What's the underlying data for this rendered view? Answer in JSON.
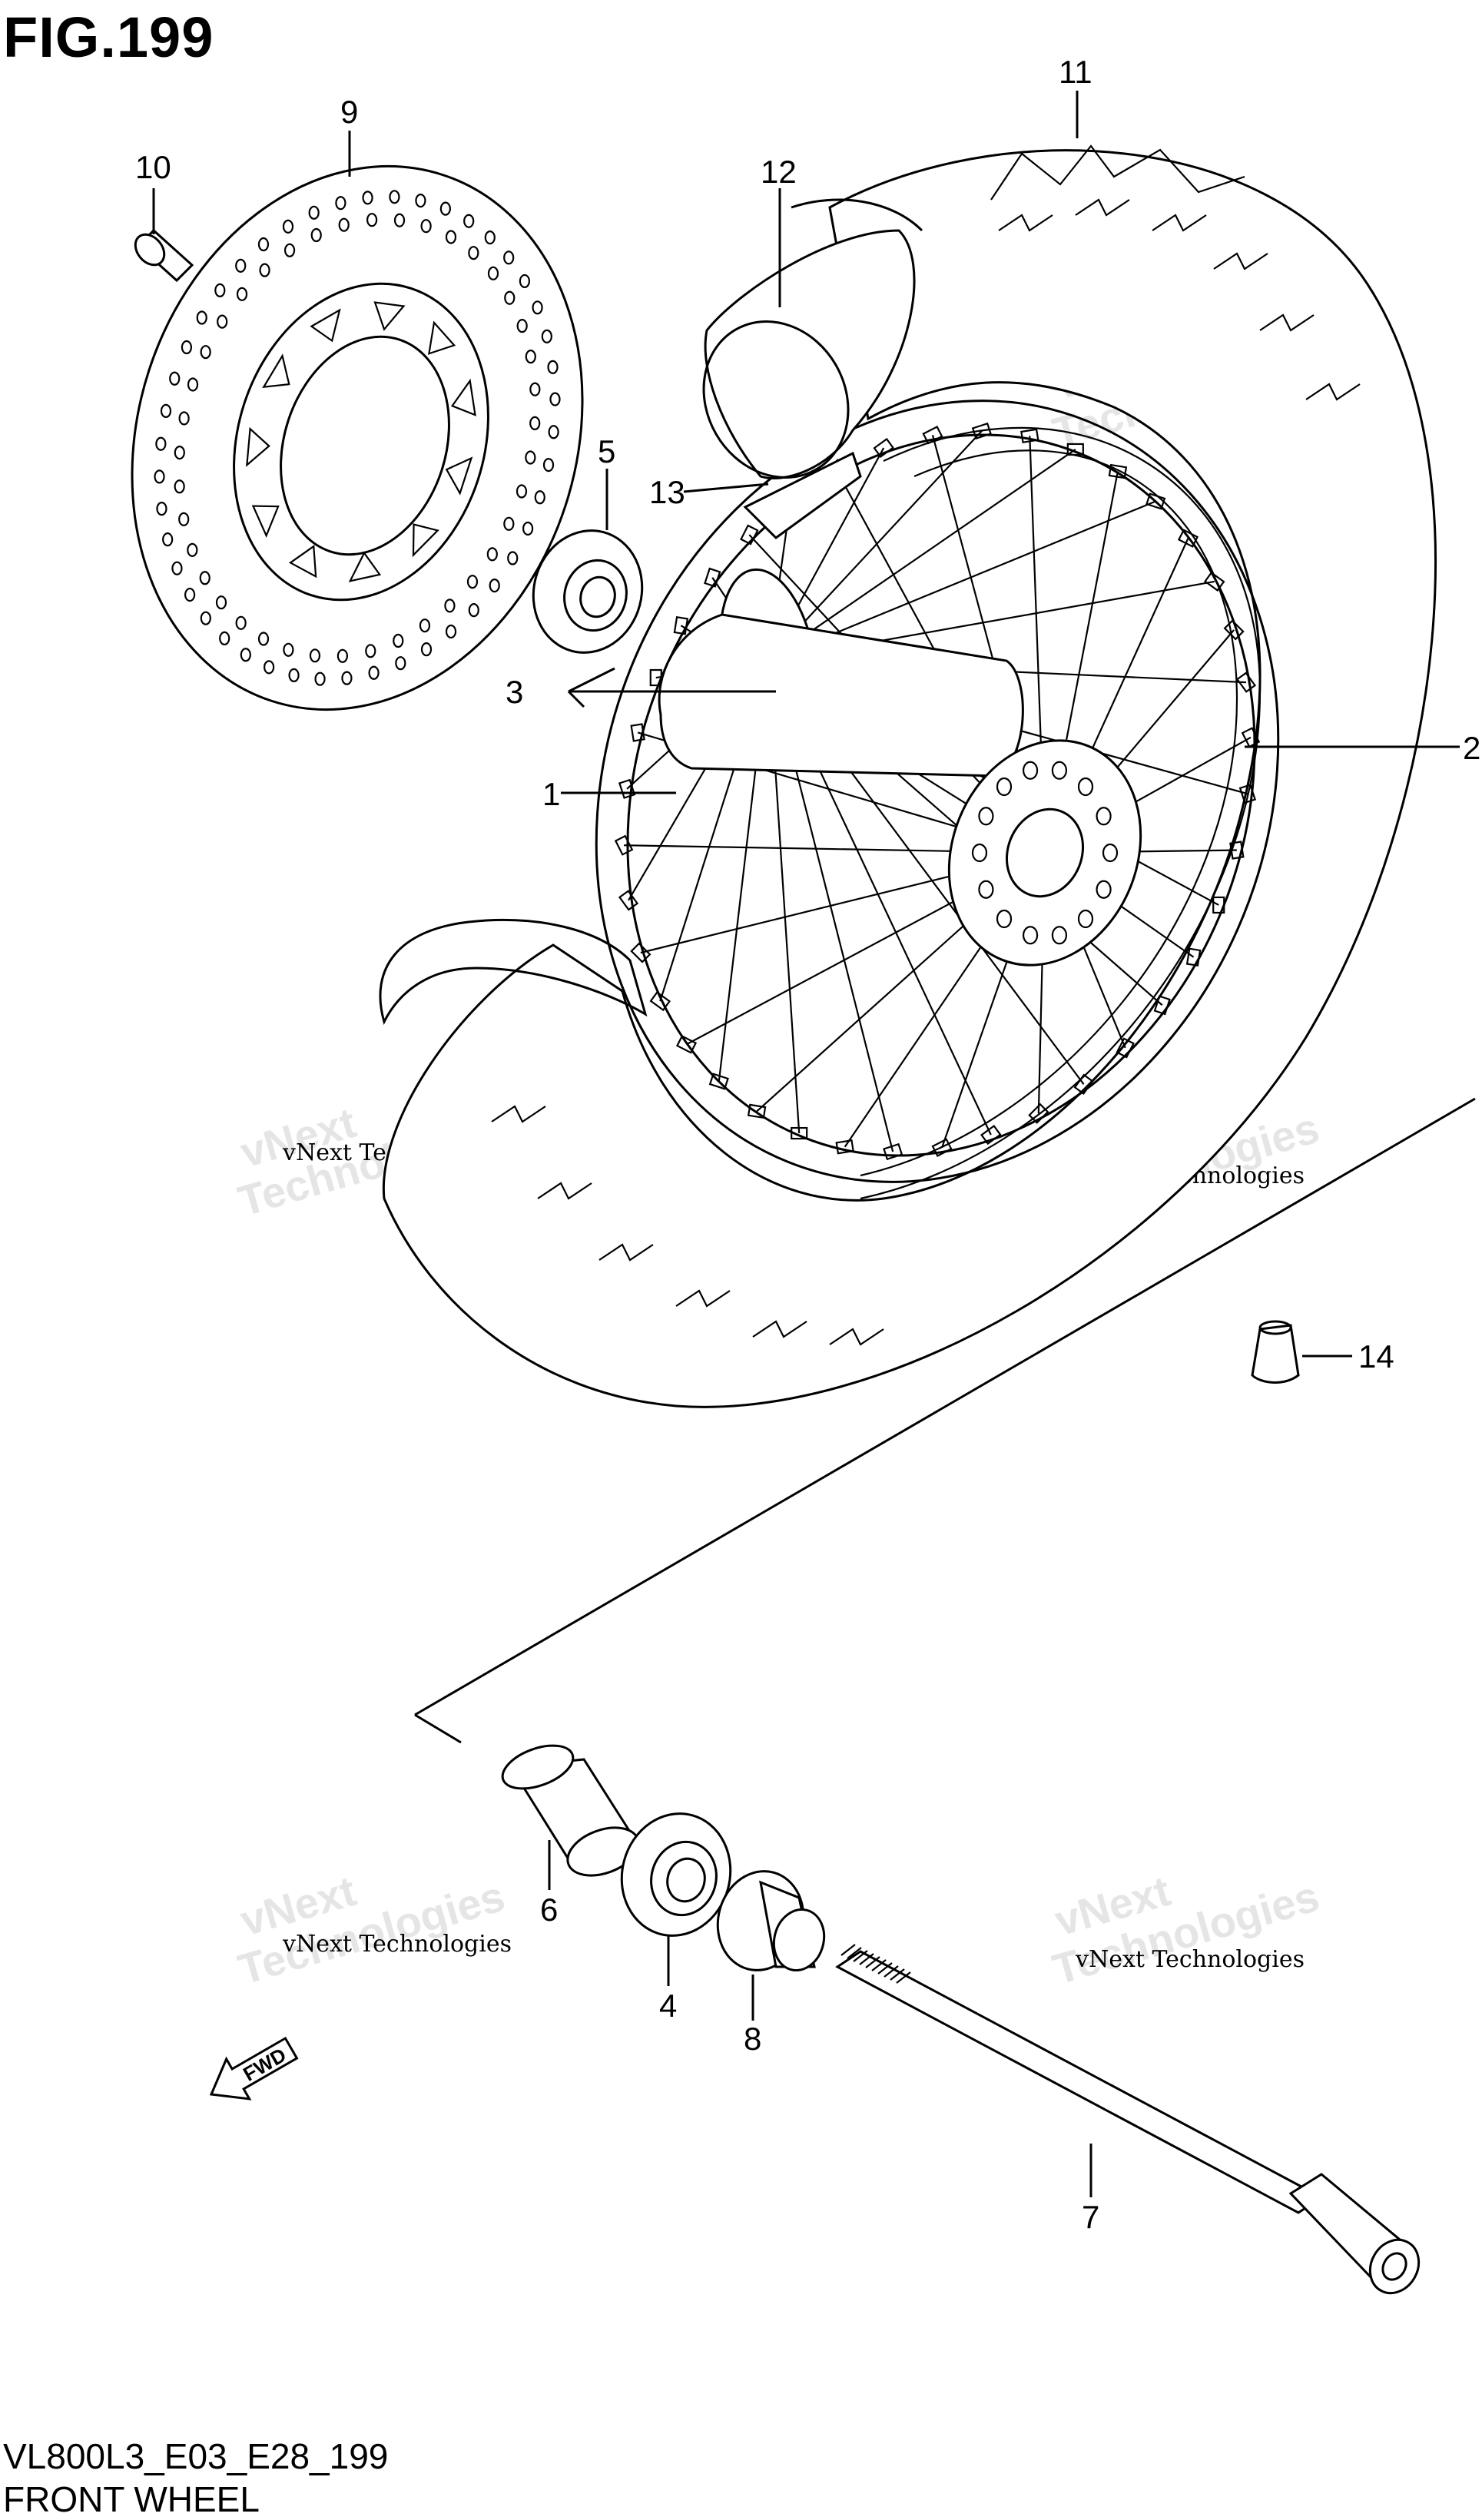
{
  "figure": {
    "title": "FIG.199",
    "model_code": "VL800L3_E03_E28_199",
    "name": "FRONT WHEEL"
  },
  "callouts": {
    "c1": "1",
    "c2": "2",
    "c3": "3",
    "c4": "4",
    "c5": "5",
    "c6": "6",
    "c7": "7",
    "c8": "8",
    "c9": "9",
    "c10": "10",
    "c11": "11",
    "c12": "12",
    "c13": "13",
    "c14": "14"
  },
  "watermark": {
    "line": "vNext Technologies",
    "big_1": "vNext",
    "big_2": "Technologies"
  },
  "direction_marker": "FWD"
}
